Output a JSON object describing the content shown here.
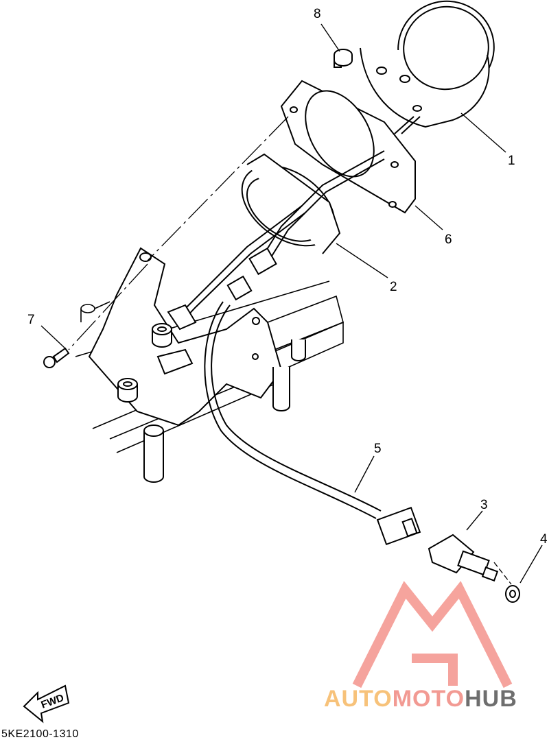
{
  "diagram": {
    "part_code": "5KE2100-1310",
    "direction_label": "FWD",
    "callouts": [
      "1",
      "2",
      "3",
      "4",
      "5",
      "6",
      "7",
      "8"
    ]
  },
  "watermark": {
    "part1": "AUTO",
    "part2": "MOTO",
    "part3": "HUB",
    "color_auto": "#f7c27a",
    "color_moto": "#f29a93",
    "color_hub": "#6e6e6e",
    "logo_color": "#f4948c"
  }
}
